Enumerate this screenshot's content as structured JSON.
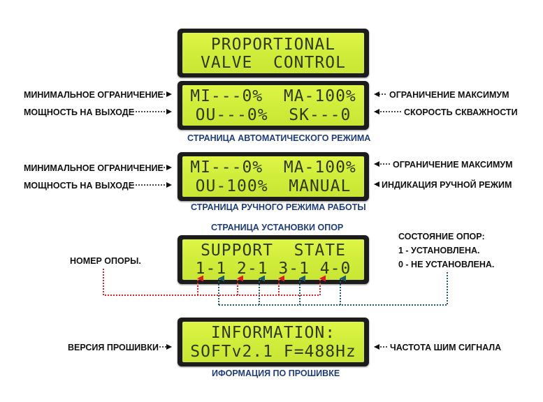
{
  "title_display": {
    "line1": "PROPORTIONAL",
    "line2": "VALVE  CONTROL"
  },
  "auto_page": {
    "line1": "MI---0%  MA-100%",
    "line2": "OU---0%  SK---0",
    "left_labels": [
      "МИНИМАЛЬНОЕ ОГРАНИЧЕНИЕ",
      "МОЩНОСТЬ НА ВЫХОДЕ"
    ],
    "right_labels": [
      "ОГРАНИЧЕНИЕ МАКСИМУМ",
      "СКОРОСТЬ СКВАЖНОСТИ"
    ],
    "caption": "СТРАНИЦА АВТОМАТИЧЕСКОГО РЕЖИМА"
  },
  "manual_page": {
    "line1": "MI---0%  MA-100%",
    "line2": "OU-100%  MANUAL",
    "left_labels": [
      "МИНИМАЛЬНОЕ ОГРАНИЧЕНИЕ",
      "МОЩНОСТЬ НА ВЫХОДЕ"
    ],
    "right_labels": [
      "ОГРАНИЧЕНИЕ МАКСИМУМ",
      "ИНДИКАЦИЯ РУЧНОЙ РЕЖИМ"
    ],
    "caption": "СТРАНИЦА РУЧНОГО РЕЖИМА РАБОТЫ"
  },
  "support_page": {
    "heading": "СТРАНИЦА УСТАНОВКИ ОПОР",
    "line1": "SUPPORT  STATE",
    "line2": "1-1 2-1 3-1 4-0",
    "left_label": "НОМЕР ОПОРЫ.",
    "right_labels": [
      "СОСТОЯНИЕ ОПОР:",
      "1 - УСТАНОВЛЕНА.",
      "0 - НЕ УСТАНОВЛЕНА."
    ]
  },
  "info_page": {
    "line1": "INFORMATION:",
    "line2": "SOFTv2.1 F=488Hz",
    "left_label": "ВЕРСИЯ ПРОШИВКИ",
    "right_label": "ЧАСТОТА ШИМ СИГНАЛА",
    "caption": "ИФОРМАЦИЯ ПО ПРОШИВКЕ"
  },
  "colors": {
    "lcd_bg": "#d8f040",
    "lcd_text": "#2f3a14",
    "caption": "#1f3d7a",
    "red_arrow": "#e02020",
    "teal_arrow": "#1e5e6e"
  }
}
